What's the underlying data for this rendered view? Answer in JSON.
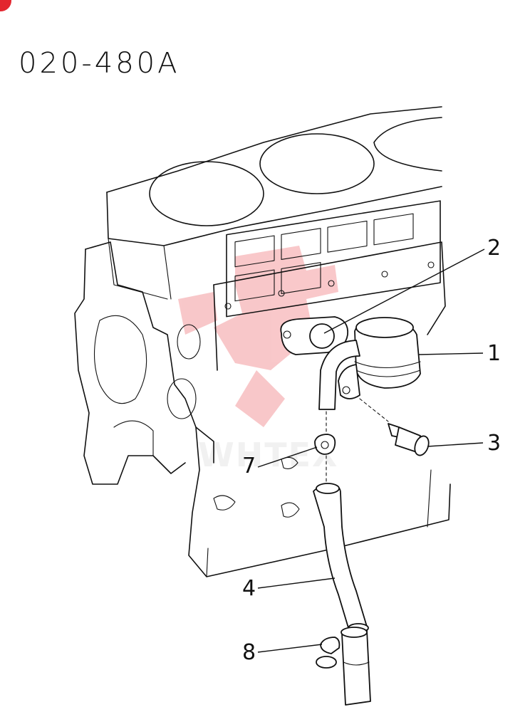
{
  "diagram": {
    "code": "020-480A",
    "callouts": [
      {
        "id": "1",
        "label": "1"
      },
      {
        "id": "2",
        "label": "2"
      },
      {
        "id": "3",
        "label": "3"
      },
      {
        "id": "4",
        "label": "4"
      },
      {
        "id": "7",
        "label": "7"
      },
      {
        "id": "8",
        "label": "8"
      }
    ],
    "watermark": {
      "text": "WHTEX",
      "color": "#e8383f"
    },
    "accent_color": "#e3262f"
  }
}
